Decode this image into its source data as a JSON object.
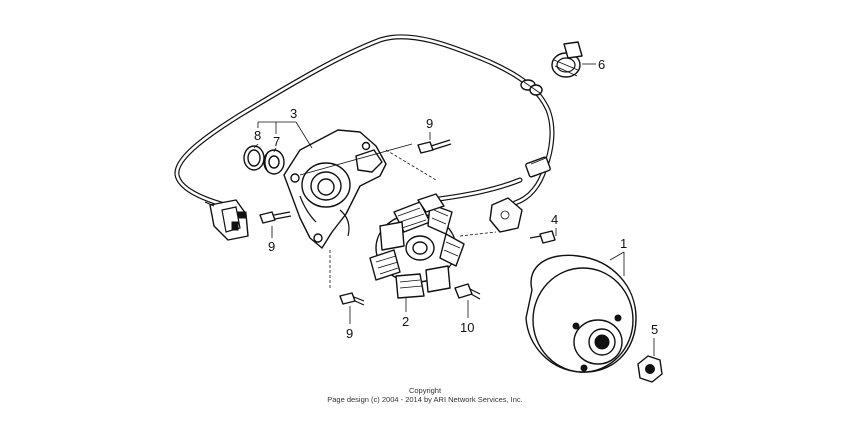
{
  "callouts": [
    {
      "id": "1",
      "label": "1"
    },
    {
      "id": "2",
      "label": "2"
    },
    {
      "id": "3",
      "label": "3"
    },
    {
      "id": "4",
      "label": "4"
    },
    {
      "id": "5",
      "label": "5"
    },
    {
      "id": "6",
      "label": "6"
    },
    {
      "id": "7",
      "label": "7"
    },
    {
      "id": "8",
      "label": "8"
    },
    {
      "id": "9a",
      "label": "9"
    },
    {
      "id": "9b",
      "label": "9"
    },
    {
      "id": "9c",
      "label": "9"
    },
    {
      "id": "10",
      "label": "10"
    }
  ],
  "footer": {
    "line1": "Copyright",
    "line2": "Page design (c) 2004 - 2014 by ARI Network Services, Inc."
  }
}
